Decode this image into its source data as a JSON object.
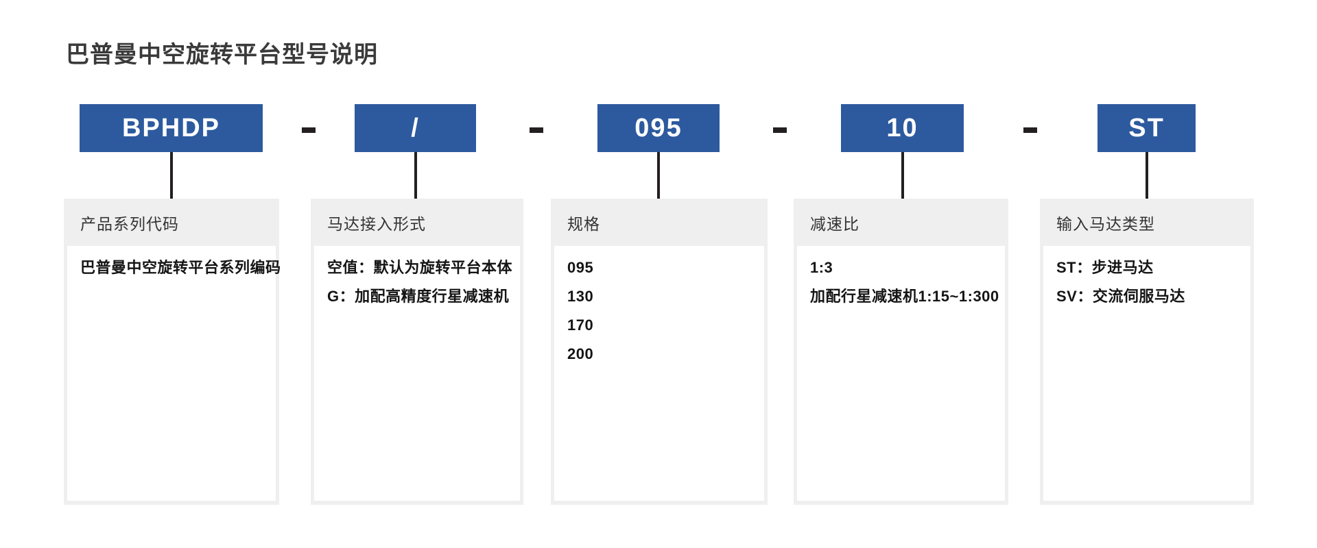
{
  "title": "巴普曼中空旋转平台型号说明",
  "separator": "-",
  "colors": {
    "accent_blue": "#2d5a9e",
    "panel_gray": "#efefef",
    "line_dark": "#231f20"
  },
  "segments": [
    {
      "code": "BPHDP",
      "label": "产品系列代码",
      "lines": [
        "巴普曼中空旋转平台系列编码"
      ]
    },
    {
      "code": "/",
      "label": "马达接入形式",
      "lines": [
        "空值：默认为旋转平台本体",
        "G：加配高精度行星减速机"
      ]
    },
    {
      "code": "095",
      "label": "规格",
      "lines": [
        "095",
        "130",
        "170",
        "200"
      ]
    },
    {
      "code": "10",
      "label": "减速比",
      "lines": [
        "1:3",
        "加配行星减速机1:15~1:300"
      ]
    },
    {
      "code": "ST",
      "label": "输入马达类型",
      "lines": [
        "ST：步进马达",
        "SV：交流伺服马达"
      ]
    }
  ]
}
